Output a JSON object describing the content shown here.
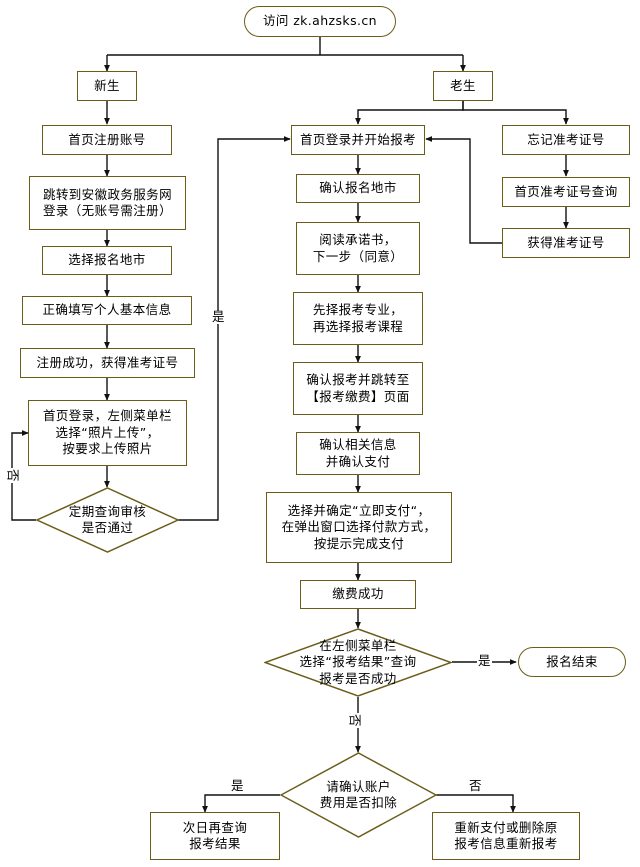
{
  "title": "安徽自考网上报名流程图",
  "theme": {
    "border_color": "#6b5d19",
    "line_color": "#000000",
    "background": "#ffffff"
  },
  "nodes": {
    "start": {
      "label": "访问 zk.ahzsks.cn",
      "shape": "terminator"
    },
    "new_student": {
      "label": "新生",
      "shape": "process"
    },
    "old_student": {
      "label": "老生",
      "shape": "process"
    },
    "reg_account": {
      "label": "首页注册账号",
      "shape": "process"
    },
    "jump_gov": {
      "label": "跳转到安徽政务服务网\n登录（无账号需注册）",
      "shape": "process"
    },
    "choose_city": {
      "label": "选择报名地市",
      "shape": "process"
    },
    "fill_info": {
      "label": "正确填写个人基本信息",
      "shape": "process"
    },
    "reg_success": {
      "label": "注册成功，获得准考证号",
      "shape": "process"
    },
    "upload_photo": {
      "label": "首页登录，左侧菜单栏\n选择“照片上传”，\n按要求上传照片",
      "shape": "process"
    },
    "audit_check": {
      "label": "定期查询审核\n是否通过",
      "shape": "decision"
    },
    "login_start": {
      "label": "首页登录并开始报考",
      "shape": "process"
    },
    "confirm_city": {
      "label": "确认报名地市",
      "shape": "process"
    },
    "read_promise": {
      "label": "阅读承诺书，\n下一步（同意）",
      "shape": "process"
    },
    "choose_major": {
      "label": "先择报考专业，\n再选择报考课程",
      "shape": "process"
    },
    "confirm_apply": {
      "label": "确认报考并跳转至\n【报考缴费】页面",
      "shape": "process"
    },
    "confirm_pay": {
      "label": "确认相关信息\n并确认支付",
      "shape": "process"
    },
    "pay_now": {
      "label": "选择并确定“立即支付“，\n在弹出窗口选择付款方式，\n按提示完成支付",
      "shape": "process"
    },
    "pay_success": {
      "label": "缴费成功",
      "shape": "process"
    },
    "result_check": {
      "label": "在左侧菜单栏\n选择“报考结果”查询\n报考是否成功",
      "shape": "decision"
    },
    "finish": {
      "label": "报名结束",
      "shape": "terminator"
    },
    "fee_check": {
      "label": "请确认账户\n费用是否扣除",
      "shape": "decision"
    },
    "query_next_day": {
      "label": "次日再查询\n报考结果",
      "shape": "process"
    },
    "repay": {
      "label": "重新支付或删除原\n报考信息重新报考",
      "shape": "process"
    },
    "forgot_no": {
      "label": "忘记准考证号",
      "shape": "process"
    },
    "query_no": {
      "label": "首页准考证号查询",
      "shape": "process"
    },
    "got_no": {
      "label": "获得准考证号",
      "shape": "process"
    }
  },
  "edge_labels": {
    "audit_yes": "是",
    "audit_no": "否",
    "result_yes": "是",
    "result_no": "否",
    "fee_yes": "是",
    "fee_no": "否"
  }
}
